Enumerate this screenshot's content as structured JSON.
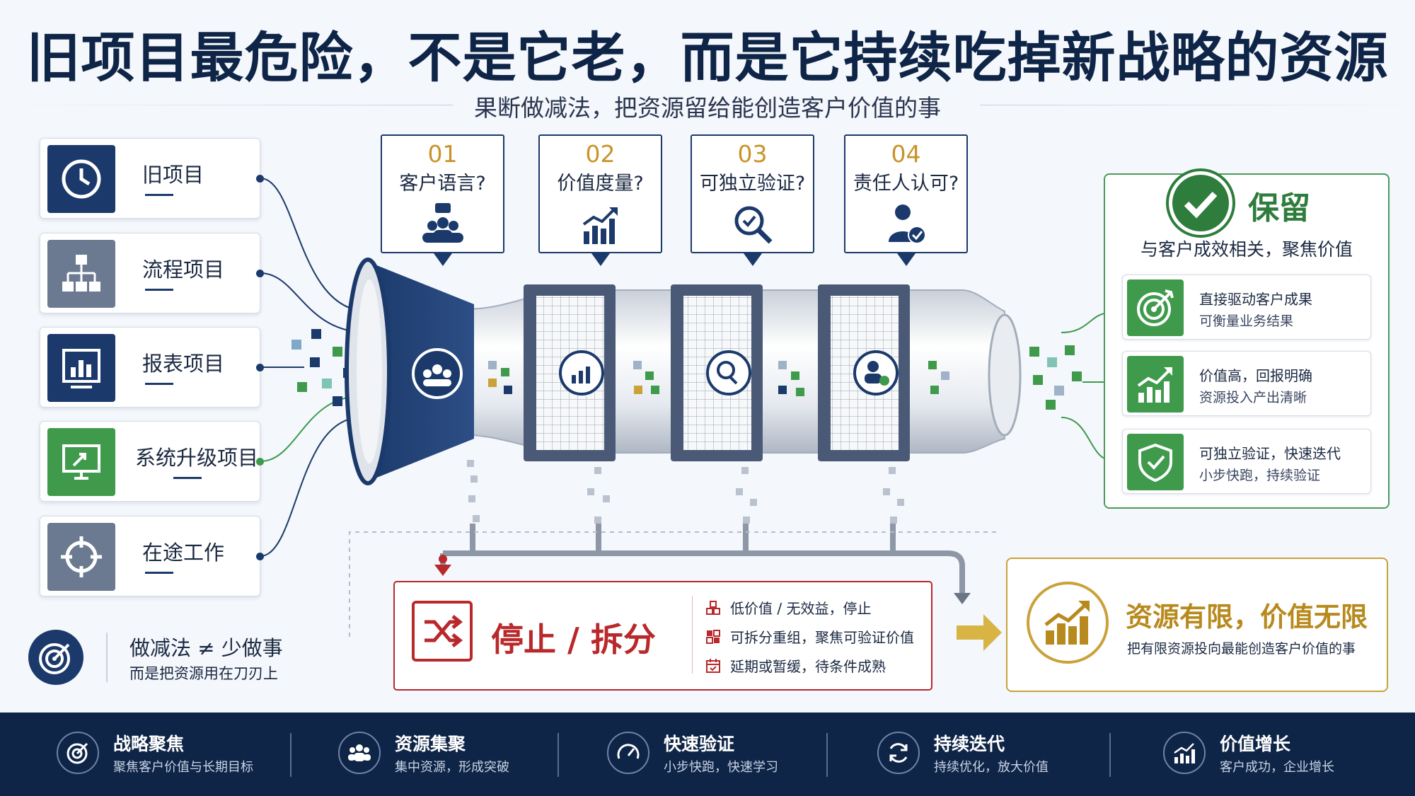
{
  "title": "旧项目最危险，不是它老，而是它持续吃掉新战略的资源",
  "subtitle": "果断做减法，把资源留给能创造客户价值的事",
  "left_items": [
    {
      "label": "旧项目",
      "icon": "clock-icon",
      "color": "#1b3a6b"
    },
    {
      "label": "流程项目",
      "icon": "flowchart-icon",
      "color": "#6b7a90"
    },
    {
      "label": "报表项目",
      "icon": "report-chart-icon",
      "color": "#1b3a6b"
    },
    {
      "label": "系统升级项目",
      "icon": "monitor-upgrade-icon",
      "color": "#3f9a4c"
    },
    {
      "label": "在途工作",
      "icon": "crosshair-icon",
      "color": "#6b7a90"
    }
  ],
  "questions": [
    {
      "num": "01",
      "label": "客户语言?",
      "icon": "people-chat-icon"
    },
    {
      "num": "02",
      "label": "价值度量?",
      "icon": "bar-growth-icon"
    },
    {
      "num": "03",
      "label": "可独立验证?",
      "icon": "magnifier-check-icon"
    },
    {
      "num": "04",
      "label": "责任人认可?",
      "icon": "person-check-icon"
    }
  ],
  "keep": {
    "title": "保留",
    "subtitle": "与客户成效相关，聚焦价值",
    "items": [
      {
        "line1": "直接驱动客户成果",
        "line2": "可衡量业务结果",
        "icon": "target-icon"
      },
      {
        "line1": "价值高，回报明确",
        "line2": "资源投入产出清晰",
        "icon": "growth-chart-icon"
      },
      {
        "line1": "可独立验证，快速迭代",
        "line2": "小步快跑，持续验证",
        "icon": "shield-check-icon"
      }
    ]
  },
  "stop": {
    "title": "停止 / 拆分",
    "items": [
      {
        "text": "低价值 / 无效益，停止",
        "icon": "cubes-icon"
      },
      {
        "text": "可拆分重组，聚焦可验证价值",
        "icon": "puzzle-icon"
      },
      {
        "text": "延期或暂缓，待条件成熟",
        "icon": "calendar-icon"
      }
    ]
  },
  "gold": {
    "title": "资源有限，价值无限",
    "subtitle": "把有限资源投向最能创造客户价值的事"
  },
  "bottom_left": {
    "title": "做减法 ≠ 少做事",
    "subtitle": "而是把资源用在刀刃上"
  },
  "footer": [
    {
      "title": "战略聚焦",
      "sub": "聚焦客户价值与长期目标",
      "icon": "target-icon"
    },
    {
      "title": "资源集聚",
      "sub": "集中资源，形成突破",
      "icon": "group-icon"
    },
    {
      "title": "快速验证",
      "sub": "小步快跑，快速学习",
      "icon": "gauge-icon"
    },
    {
      "title": "持续迭代",
      "sub": "持续优化，放大价值",
      "icon": "refresh-icon"
    },
    {
      "title": "价值增长",
      "sub": "客户成功，企业增长",
      "icon": "growth-chart-icon"
    }
  ],
  "colors": {
    "navy": "#0f2547",
    "green": "#3f9a4c",
    "red": "#b9282b",
    "gold": "#c9a23a"
  }
}
